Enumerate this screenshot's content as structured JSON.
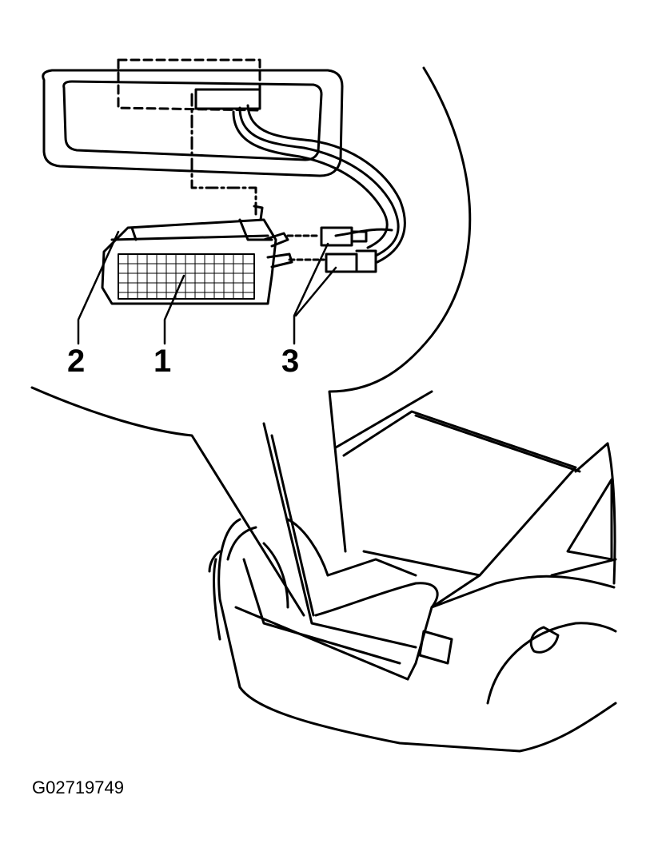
{
  "callouts": {
    "lamp": "1",
    "clip": "2",
    "connectors": "3"
  },
  "figure_id": "G02719749",
  "colors": {
    "line": "#000000",
    "background": "#ffffff"
  }
}
